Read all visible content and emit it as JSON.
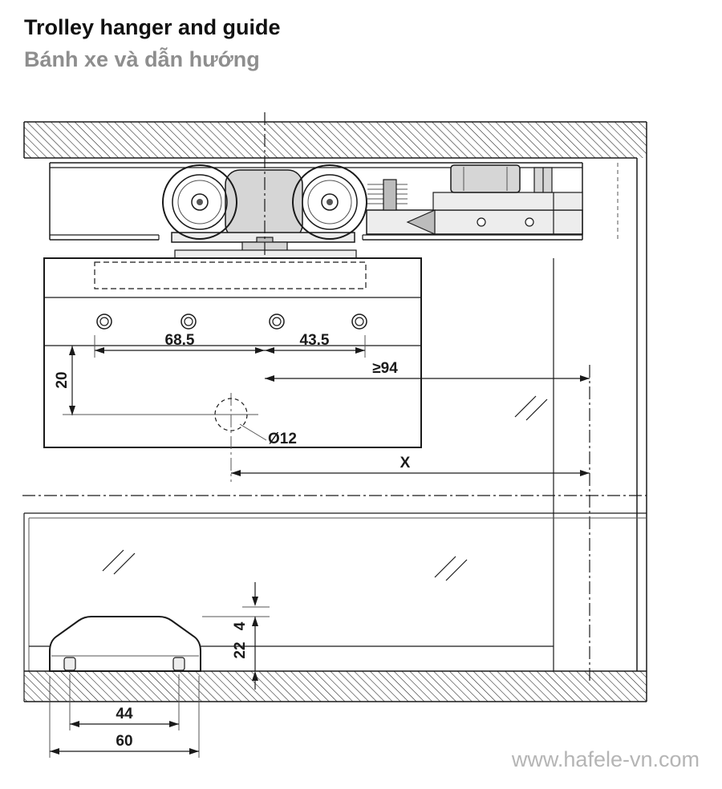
{
  "header": {
    "title": "Trolley hanger and guide",
    "subtitle": "Bánh xe và dẫn hướng"
  },
  "watermark": {
    "text": "www.hafele-vn.com"
  },
  "colors": {
    "ink": "#1a1a1a",
    "gray_subtitle": "#8e8e8e",
    "gray_watermark": "#b5b5b5",
    "metal_light": "#ededed",
    "metal_mid": "#d6d6d6",
    "metal_dark": "#bcbcbc",
    "paper": "#ffffff"
  },
  "drawing": {
    "dims": {
      "hole_spacing_left": "68.5",
      "hole_spacing_right": "43.5",
      "min_distance": "≥94",
      "vertical_offset": "20",
      "hole_diameter": "Ø12",
      "variable_length": "X",
      "guide_gap": "4",
      "guide_height": "22",
      "guide_hole_spacing": "44",
      "guide_length": "60"
    }
  }
}
